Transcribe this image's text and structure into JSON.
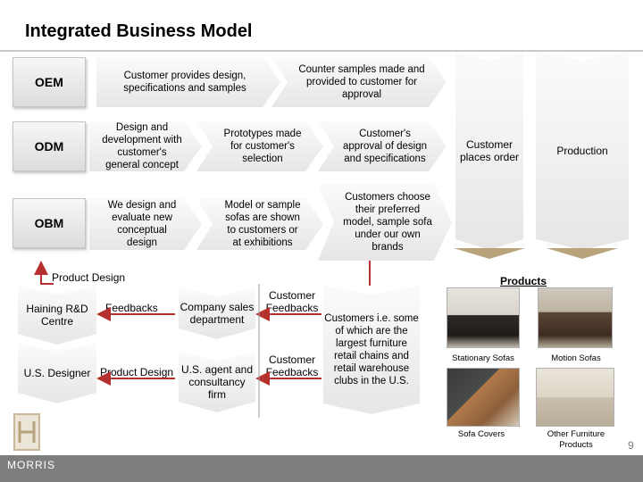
{
  "title": "Integrated Business Model",
  "rows": [
    "OEM",
    "ODM",
    "OBM"
  ],
  "oem": {
    "step1": "Customer provides design, specifications and samples",
    "step2": "Counter samples made and provided to customer for approval"
  },
  "odm": {
    "step1": "Design and development with customer's general concept",
    "step2": "Prototypes made for customer's selection",
    "step3": "Customer's approval of design and specifications"
  },
  "obm": {
    "step1": "We design and evaluate new conceptual design",
    "step2": "Model or sample sofas are shown to customers or at exhibitions",
    "step3": "Customers choose their preferred model, sample sofa under our own brands"
  },
  "order": "Customer places order",
  "production": "Production",
  "product_design": "Product Design",
  "products": {
    "heading": "Products",
    "captions": [
      "Stationary Sofas",
      "Motion Sofas",
      "Sofa Covers",
      "Other Furniture Products"
    ]
  },
  "lower": {
    "haining": "Haining R&D Centre",
    "us_designer": "U.S. Designer",
    "feedbacks": "Feedbacks",
    "product_design_2": "Product Design",
    "sales_dept": "Company sales department",
    "us_agent": "U.S. agent and consultancy firm",
    "cust_feedbacks_1": "Customer Feedbacks",
    "cust_feedbacks_2": "Customer Feedbacks",
    "customers_ie": "Customers i.e. some of which are the largest furniture retail chains and retail warehouse clubs in the U.S."
  },
  "brand": "MORRIS",
  "page_number": "9",
  "colors": {
    "arrow_red": "#b5302e",
    "gold": "#b9a37d",
    "band": "#7e7e7e"
  }
}
